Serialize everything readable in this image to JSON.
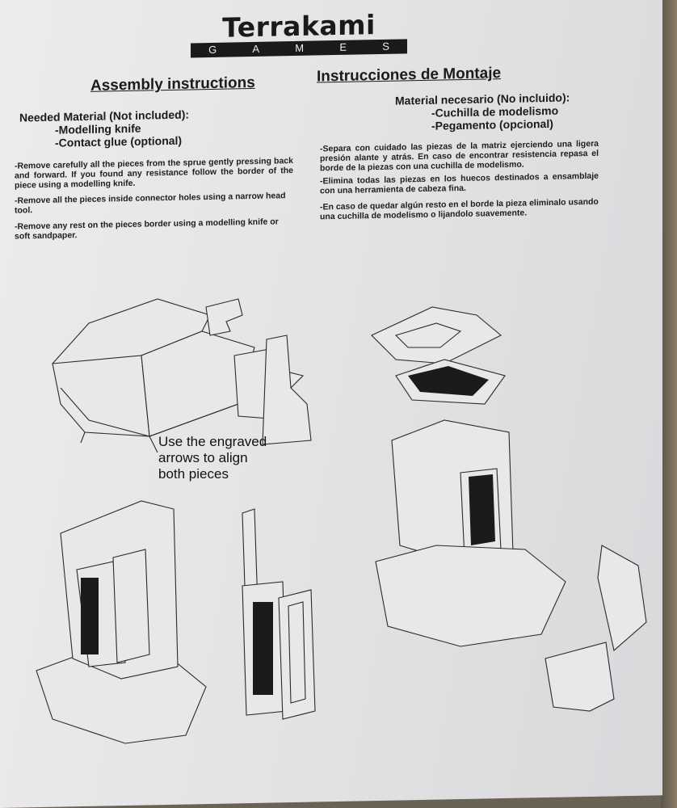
{
  "logo": {
    "wordmark": "Terrakami",
    "subline": [
      "G",
      "A",
      "M",
      "E",
      "S"
    ]
  },
  "english": {
    "title": "Assembly instructions",
    "materials_heading": "Needed Material (Not included):",
    "materials": [
      "-Modelling knife",
      "-Contact glue (optional)"
    ],
    "steps": [
      "-Remove carefully all the pieces from the sprue gently pressing back and forward. If you found any resistance follow the border of the piece using a modelling knife.",
      "-Remove all the pieces inside connector holes using a narrow head tool.",
      "-Remove any rest on the pieces border using a modelling knife or soft sandpaper."
    ]
  },
  "spanish": {
    "title": "Instrucciones de Montaje",
    "materials_heading": "Material necesario (No incluido):",
    "materials": [
      "-Cuchilla de modelismo",
      "-Pegamento (opcional)"
    ],
    "steps": [
      "-Separa con cuidado las piezas de la matriz ejerciendo una ligera presión alante y atrás. En caso de encontrar resistencia repasa el borde de la piezas con una cuchilla de modelismo.",
      "-Elimina todas las piezas en los huecos destinados a ensamblaje con una herramienta de cabeza fina.",
      "-En caso de quedar algún resto en el borde la pieza eliminalo usando una cuchilla de modelismo o lijandolo suavemente."
    ]
  },
  "diagram_caption": [
    "Use  the engraved",
    "arrows to align",
    "both pieces"
  ]
}
